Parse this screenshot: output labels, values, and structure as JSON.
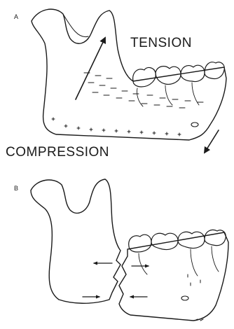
{
  "panels": [
    {
      "id": "A",
      "letter": "A",
      "labels": {
        "top": "TENSION",
        "bottom": "COMPRESSION"
      }
    },
    {
      "id": "B",
      "letter": "B"
    }
  ],
  "colors": {
    "ink": "#1a1a1a",
    "background": "#ffffff"
  }
}
